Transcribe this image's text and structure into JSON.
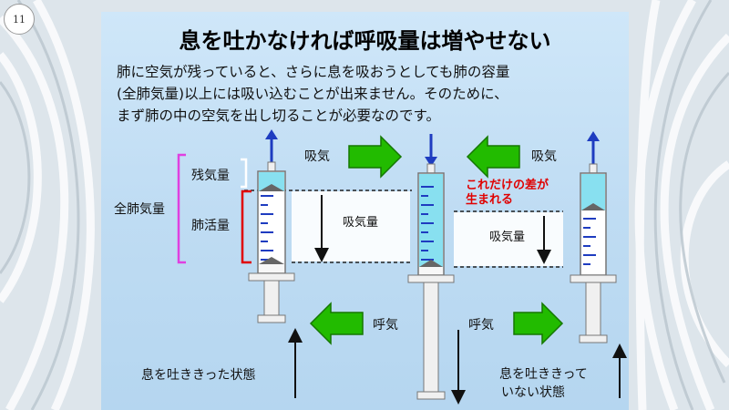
{
  "page_number": "11",
  "title": "息を吐かなければ呼吸量は増やせない",
  "body_lines": [
    "肺に空気が残っていると、さらに息を吸おうとしても肺の容量",
    "(全肺気量)以上には吸い込むことが出来ません。そのために、",
    "まず肺の中の空気を出し切ることが必要なのです。"
  ],
  "labels": {
    "inhale_left": "吸気",
    "inhale_right": "吸気",
    "exhale_left": "呼気",
    "exhale_right": "呼気",
    "residual_volume": "残気量",
    "total_lung_capacity": "全肺気量",
    "vital_capacity": "肺活量",
    "intake_left": "吸気量",
    "intake_right": "吸気量",
    "difference_line1": "これだけの差が",
    "difference_line2": "生まれる",
    "state_exhaled": "息を吐ききった状態",
    "state_not_exhaled_line1": "息を吐ききって",
    "state_not_exhaled_line2": "いない状態"
  },
  "colors": {
    "arrow_green": "#22bb00",
    "syringe_blue": "#2244cc",
    "bracket_red": "#e00000",
    "bracket_magenta": "#e040e0",
    "water": "#88e0f0"
  }
}
